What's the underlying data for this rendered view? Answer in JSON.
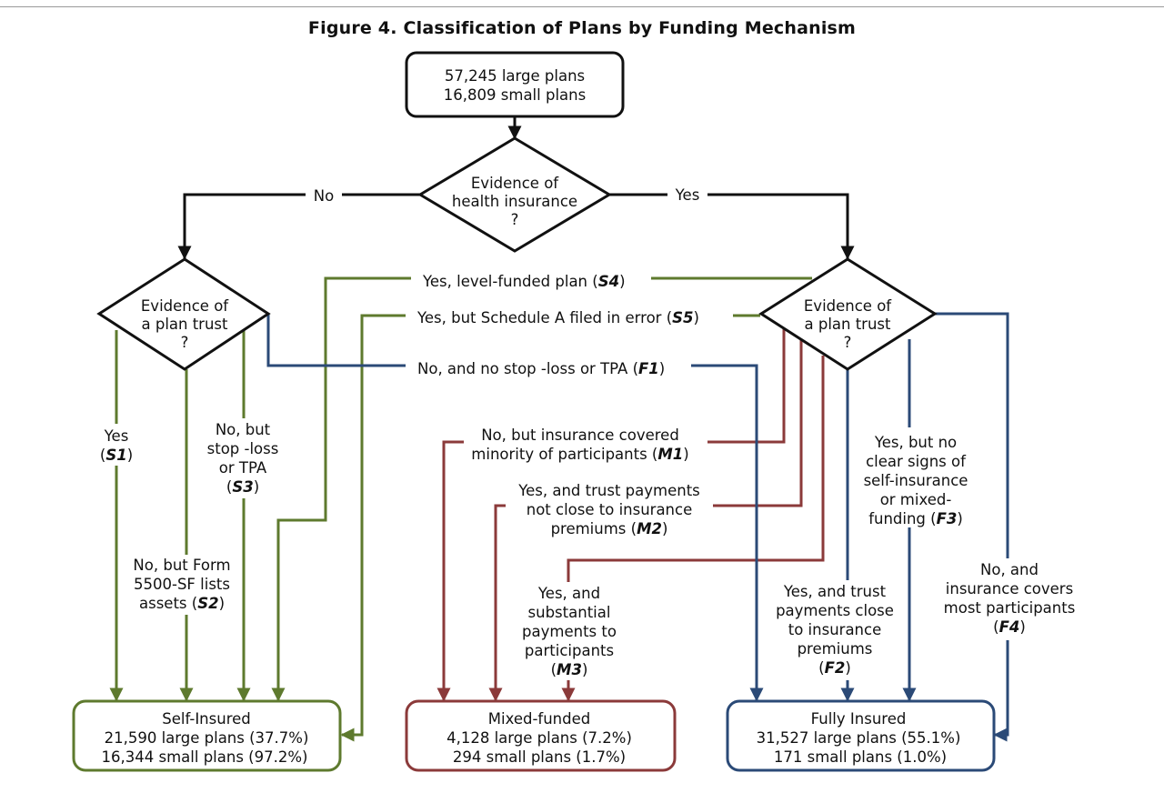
{
  "title": "Figure 4. Classification of Plans by Funding Mechanism",
  "colors": {
    "black": "#111111",
    "self_insured": "#5e7a2e",
    "mixed": "#8b3a3a",
    "fully_insured": "#2b4a77"
  },
  "start": {
    "line1": "57,245 large plans",
    "line2": "16,809 small plans"
  },
  "d_health": {
    "line1": "Evidence of",
    "line2": "health insurance",
    "line3": "?"
  },
  "branch_no": "No",
  "branch_yes": "Yes",
  "d_trust_left": {
    "line1": "Evidence of",
    "line2": "a plan trust",
    "line3": "?"
  },
  "d_trust_right": {
    "line1": "Evidence of",
    "line2": "a plan trust",
    "line3": "?"
  },
  "s4": {
    "text": "Yes, level-funded plan (",
    "code": "S4",
    "close": ")"
  },
  "s5": {
    "text": "Yes, but Schedule A filed in error (",
    "code": "S5",
    "close": ")"
  },
  "f1": {
    "text": "No, and no stop -loss or TPA (",
    "code": "F1",
    "close": ")"
  },
  "s1": {
    "line1": "Yes",
    "open": "(",
    "code": "S1",
    "close": ")"
  },
  "s3": {
    "line1": "No, but",
    "line2": "stop -loss",
    "line3": "or TPA",
    "open": "(",
    "code": "S3",
    "close": ")"
  },
  "s2": {
    "line1": "No, but Form",
    "line2": "5500-SF lists",
    "line3": "assets (",
    "code": "S2",
    "close": ")"
  },
  "m1": {
    "line1": "No, but insurance covered",
    "line2": "minority of participants (",
    "code": "M1",
    "close": ")"
  },
  "m2": {
    "line1": "Yes, and trust payments",
    "line2": "not close to insurance",
    "line3": "premiums (",
    "code": "M2",
    "close": ")"
  },
  "m3": {
    "line1": "Yes, and",
    "line2": "substantial",
    "line3": "payments to",
    "line4": "participants",
    "open": "(",
    "code": "M3",
    "close": ")"
  },
  "f3": {
    "line1": "Yes, but no",
    "line2": "clear signs of",
    "line3": "self-insurance",
    "line4": "or mixed-",
    "line5": "funding (",
    "code": "F3",
    "close": ")"
  },
  "f2": {
    "line1": "Yes, and trust",
    "line2": "payments close",
    "line3": "to insurance",
    "line4": "premiums",
    "open": "(",
    "code": "F2",
    "close": ")"
  },
  "f4": {
    "line1": "No, and",
    "line2": "insurance covers",
    "line3": "most participants",
    "open": "(",
    "code": "F4",
    "close": ")"
  },
  "outcomes": {
    "self_insured": {
      "title": "Self-Insured",
      "large": "21,590 large plans (37.7%)",
      "small": "16,344 small plans  (97.2%)"
    },
    "mixed": {
      "title": "Mixed-funded",
      "large": "4,128 large plans (7.2%)",
      "small": "294 small plans (1.7%)"
    },
    "fully_insured": {
      "title": "Fully Insured",
      "large": "31,527 large plans (55.1%)",
      "small": "171 small plans (1.0%)"
    }
  }
}
